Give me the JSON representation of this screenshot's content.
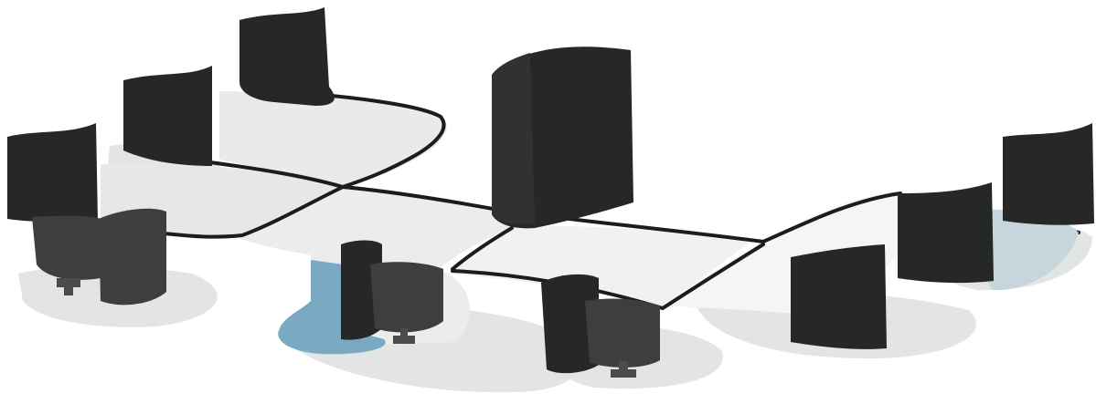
{
  "illustration": {
    "subject": "network-topology",
    "colors": {
      "background": "#ffffff",
      "device_dark": "#262827",
      "device_mid": "#3d3f3e",
      "device_gray": "#4a4b4b",
      "floor_light": "#e9eaea",
      "floor_white": "#f4f5f5",
      "shadow": "#dfe1e1",
      "cable": "#1b1c1c",
      "accent_blue": "#7aa9c4",
      "accent_pale_blue": "#c6d6dc"
    },
    "nodes": [
      {
        "id": "central-server",
        "icon": "server-tower-icon"
      },
      {
        "id": "workstation-back-left-top",
        "icon": "monitor-icon"
      },
      {
        "id": "workstation-back-left-mid",
        "icon": "monitor-icon"
      },
      {
        "id": "workstation-left",
        "icon": "monitor-icon"
      },
      {
        "id": "workstation-left-front",
        "icon": "monitor-chair-icon"
      },
      {
        "id": "workstation-front-blue",
        "icon": "monitor-chair-icon"
      },
      {
        "id": "workstation-front-center",
        "icon": "monitor-chair-icon"
      },
      {
        "id": "workstation-right-front",
        "icon": "monitor-icon"
      },
      {
        "id": "workstation-right-mid",
        "icon": "monitor-icon"
      },
      {
        "id": "workstation-far-right",
        "icon": "monitor-icon"
      }
    ]
  }
}
